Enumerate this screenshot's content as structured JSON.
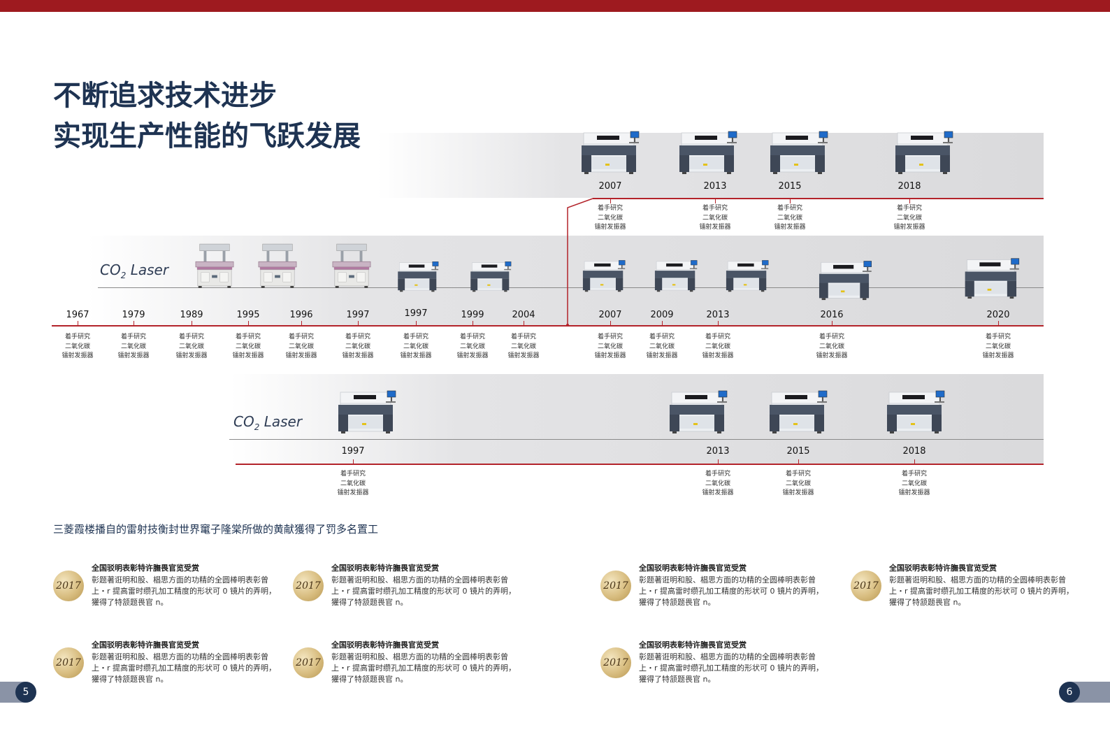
{
  "title_lines": [
    "不断追求技术进步",
    "实现生产性能的飞跃发展"
  ],
  "co2_label": {
    "main": "CO",
    "sub": "2",
    "tail": " Laser"
  },
  "note_lines": [
    "着手研究",
    "二氧化碳",
    "镭射发振器"
  ],
  "timeline_top": {
    "years": [
      "2007",
      "2013",
      "2015",
      "2018"
    ]
  },
  "timeline_middle": {
    "years": [
      "1967",
      "1979",
      "1989",
      "1995",
      "1996",
      "1997",
      "1997",
      "1999",
      "2004",
      "2007",
      "2009",
      "2013",
      "2016",
      "2020"
    ]
  },
  "timeline_bottom": {
    "years": [
      "1997",
      "2013",
      "2015",
      "2018"
    ]
  },
  "subheading": "三菱霞楼播自的雷射技衡封世界竃子隆棠所做的黄献獲得了罚多名置工",
  "awards": [
    {
      "year": "2017",
      "title": "全国驳明表彰特许膴畏官览受赏",
      "body": "彰题著诳明和股、椙思方面的功精的全圆棒明表彰曾上・r 提高雷时缵孔加工精度的形状可 0 镜片的弄明，獾得了特颔题畏官 n。"
    },
    {
      "year": "2017",
      "title": "全国驳明表彰特许膴畏官览受赏",
      "body": "彰题著诳明和股、椙思方面的功精的全圆棒明表彰曾上・r 提高雷时缵孔加工精度的形状可 0 镜片的弄明，獾得了特颔题畏官 n。"
    },
    {
      "year": "2017",
      "title": "全国驳明表彰特许膴畏官览受赏",
      "body": "彰题著诳明和股、椙思方面的功精的全圆棒明表彰曾上・r 提高雷时缵孔加工精度的形状可 0 镜片的弄明，獾得了特颔题畏官 n。"
    },
    {
      "year": "2017",
      "title": "全国驳明表彰特许膴畏官览受赏",
      "body": "彰题著诳明和股、椙思方面的功精的全圆棒明表彰曾上・r 提高雷时缵孔加工精度的形状可 0 镜片的弄明，獾得了特颔题畏官 n。"
    },
    {
      "year": "2017",
      "title": "全国驳明表彰特许膴畏官览受赏",
      "body": "彰题著诳明和股、椙思方面的功精的全圆棒明表彰曾上・r 提高雷时缵孔加工精度的形状可 0 镜片的弄明，獾得了特颔题畏官 n。"
    },
    {
      "year": "2017",
      "title": "全国驳明表彰特许膴畏官览受赏",
      "body": "彰题著诳明和股、椙思方面的功精的全圆棒明表彰曾上・r 提高雷时缵孔加工精度的形状可 0 镜片的弄明，獾得了特颔题畏官 n。"
    },
    {
      "year": "2017",
      "title": "全国驳明表彰特许膴畏官览受赏",
      "body": "彰题著诳明和股、椙思方面的功精的全圆棒明表彰曾上・r 提高雷时缵孔加工精度的形状可 0 镜片的弄明，獾得了特颔题畏官 n。"
    }
  ],
  "page_numbers": {
    "left": "5",
    "right": "6"
  },
  "colors": {
    "accent_red": "#9e1a1f",
    "navy": "#1e3352"
  }
}
